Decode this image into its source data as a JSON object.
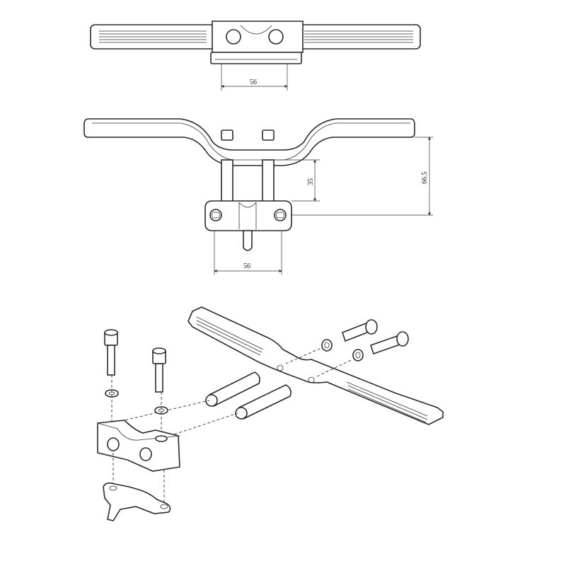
{
  "diagram": {
    "dimensions": {
      "top_width": "56",
      "side_height_small": "35",
      "side_height_total": "66.5",
      "side_width": "56"
    },
    "colors": {
      "stroke": "#2a2a2a",
      "fill": "#ffffff"
    }
  }
}
